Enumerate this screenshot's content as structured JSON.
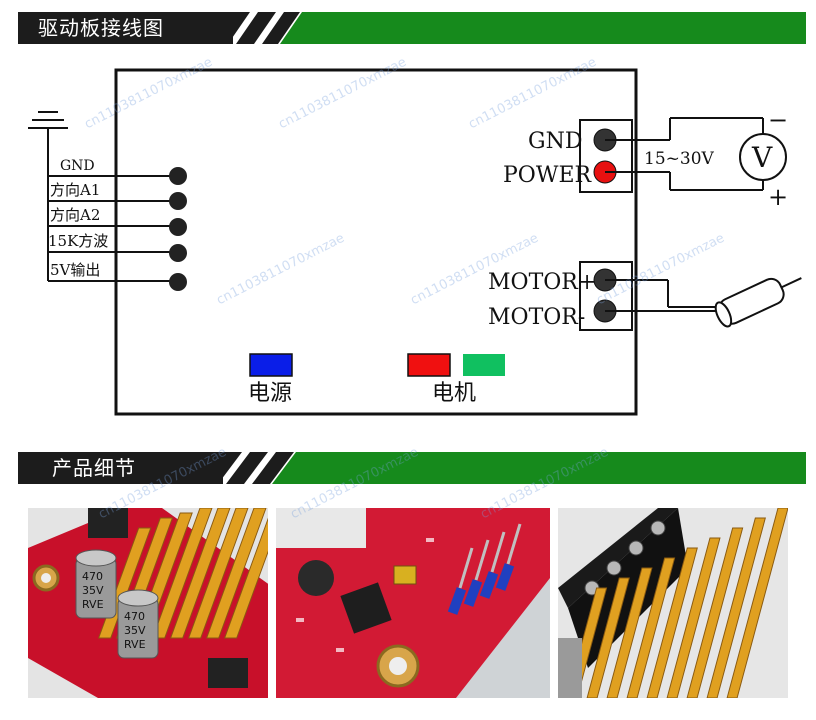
{
  "section1": {
    "title": "驱动板接线图"
  },
  "section2": {
    "title": "产品细节"
  },
  "diagram": {
    "left_pins": [
      "GND",
      "方向A1",
      "方向A2",
      "15K方波",
      "5V输出"
    ],
    "power_terminals": [
      "GND",
      "POWER"
    ],
    "voltage_range": "15~30V",
    "meter_symbol": "V",
    "meter_minus": "−",
    "meter_plus": "+",
    "motor_terminals": [
      "MOTOR+",
      "MOTOR-"
    ],
    "indicator_power_label": "电源",
    "indicator_motor_label": "电机",
    "colors": {
      "indicator_power": "#0a1ee8",
      "indicator_motor_red": "#f01010",
      "indicator_motor_green": "#10c060",
      "power_dot": "#e81010",
      "bar_green": "#168a1c",
      "bar_black": "#1c1c1c"
    }
  },
  "capacitor_markings": [
    "470",
    "35V",
    "RVE"
  ],
  "watermark": "cn1103811070xmzae"
}
